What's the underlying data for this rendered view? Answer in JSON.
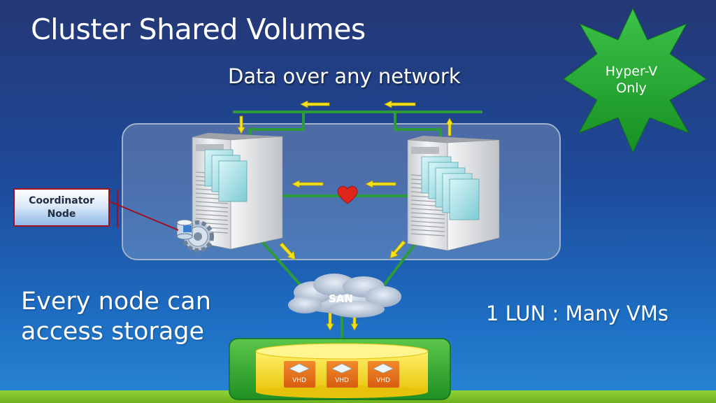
{
  "slide": {
    "title": "Cluster Shared Volumes",
    "subtitle": "Data over any network",
    "badge": {
      "text": "Hyper-V\nOnly",
      "color": "#1a9b2c"
    },
    "coordinator_label": "Coordinator\nNode",
    "left_caption": "Every node can\naccess storage",
    "right_caption": "1 LUN : Many VMs",
    "san_label": "SAN",
    "vhd_labels": [
      "VHD",
      "VHD",
      "VHD"
    ]
  },
  "colors": {
    "background": "#1e4a9a",
    "network_line": "#2e9b3a",
    "arrow": "#f5e21a",
    "heart": "#e0251c",
    "storage_box": "#2fa82f",
    "disk": "#f7e01f",
    "vhd_tile": "#e8701c"
  }
}
